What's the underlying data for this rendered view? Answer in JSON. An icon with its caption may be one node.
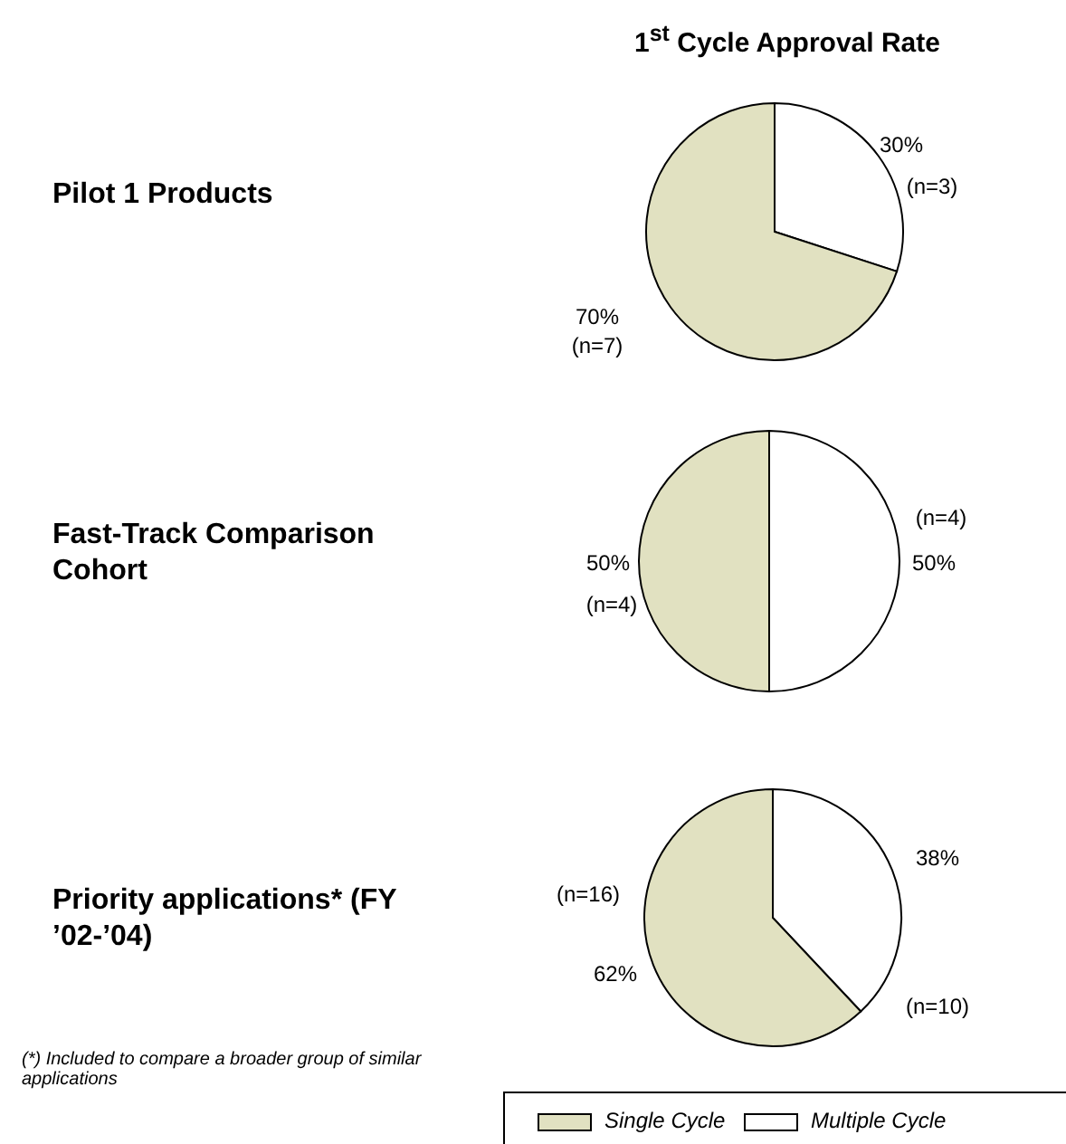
{
  "diagram": {
    "title": "1$^{st}$ Cycle Approval Rate",
    "labels": [
      "Pilot 1 Products",
      "30%",
      "(n=3)",
      "70%",
      "(n=7)",
      "Fast-Track Comparison Cohort",
      "(n=4)",
      "50%",
      "50%",
      "(n=4)",
      "Priority applications* (FY ’02-’04)",
      "38%",
      "(n=16)",
      "62%",
      "(n=10)",
      "(*) Included to compare a broader group of similar applications"
    ],
    "legend": [
      {
        "text": "Single Cycle",
        "color": "#e1e1c1"
      },
      {
        "text": "Multiple Cycle",
        "color": "#ffffff"
      }
    ]
  }
}
